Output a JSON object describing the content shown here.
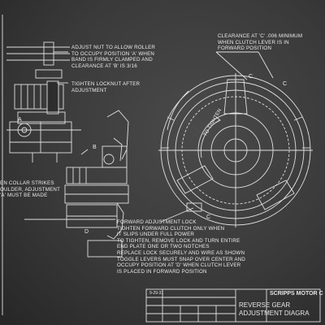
{
  "notes": {
    "adjust_nut": "ADJUST NUT TO ALLOW ROLLER\nTO OCCUPY POSITION 'A' WHEN\nBAND IS FIRMLY CLAMPED AND\nCLEARANCE AT 'B' IS 3/16",
    "locknut": "TIGHTEN LOCKNUT AFTER\nADJUSTMENT",
    "clearance_c": "CLEARANCE AT 'C' .006 MINIMUM\nWHEN CLUTCH LEVER IS IN\nFORWARD POSITION",
    "collar": "EN COLLAR STRIKES\nOULDER, ADJUSTMENT\n'A' MUST BE MADE",
    "forward_lock": "FORWARD ADJUSTMENT LOCK\nTIGHTEN FORWARD CLUTCH ONLY WHEN\nIT SLIPS UNDER FULL POWER\nTO TIGHTEN, REMOVE LOCK AND TURN ENTIRE\nEND PLATE ONE OR TWO NOTCHES\nREPLACE LOCK SECURELY AND WIRE AS SHOWN\nTOGGLE LEVERS MUST SNAP OVER CENTER AND\nOCCUPY POSITION AT 'D' WHEN CLUTCH LEVER\nIS PLACED IN FORWARD POSITION"
  },
  "labels": {
    "a": "A",
    "b": "B",
    "d": "D",
    "c": "C",
    "to_tighten": "TO TIGHTEN"
  },
  "title_block": {
    "company": "SCRIPPS MOTOR C",
    "title_line1": "REVERSE GEAR",
    "title_line2": "ADJUSTMENT DIAGRA",
    "small_label": "9-29-31"
  }
}
